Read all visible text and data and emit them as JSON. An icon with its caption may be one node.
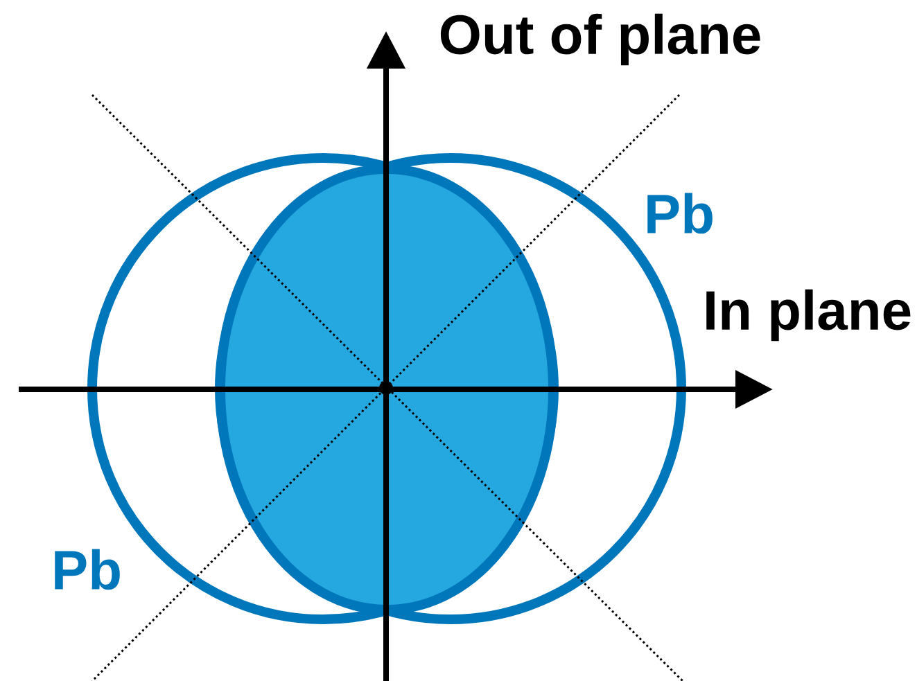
{
  "diagram": {
    "labels": [
      "Out of plane",
      "Pb",
      "In plane",
      "Pb"
    ]
  }
}
